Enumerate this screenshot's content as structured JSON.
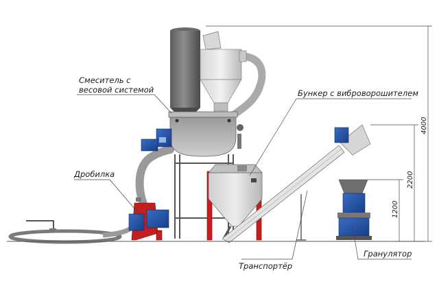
{
  "labels": {
    "mixer": "Смеситель с\nвесовой системой",
    "hopper": "Бункер с виброворошителем",
    "crusher": "Дробилка",
    "conveyor": "Транспортёр",
    "granulator": "Гранулятор"
  },
  "dimensions": {
    "overall_height": "4000",
    "conveyor_height": "2200",
    "granulator_height": "1200"
  },
  "colors": {
    "steel_dark": "#6b6b6b",
    "steel_light": "#c9c9c9",
    "frame_red": "#c41e1e",
    "motor_blue": "#1f4fa3",
    "hose_gray": "#9a9a9a"
  }
}
